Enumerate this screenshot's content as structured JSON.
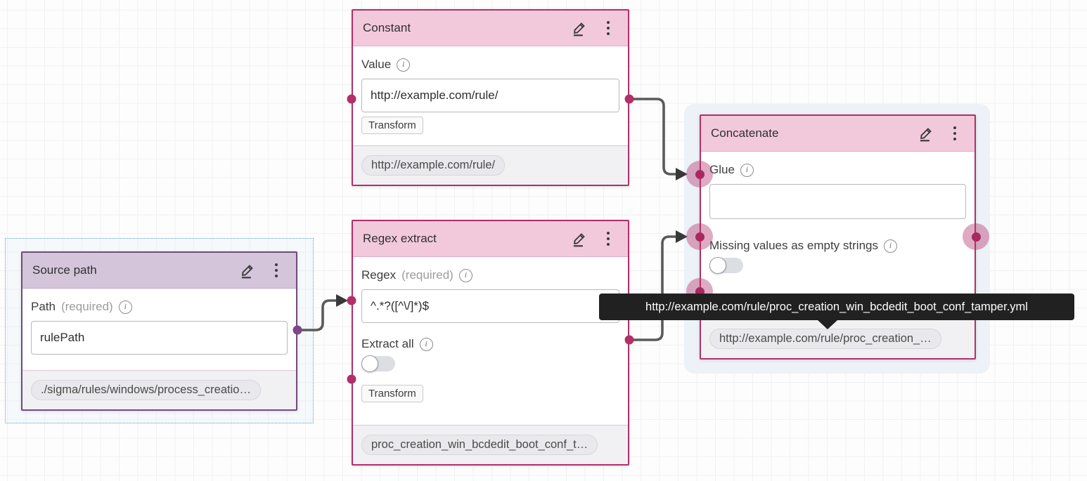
{
  "tooltip": {
    "text": "http://example.com/rule/proc_creation_win_bcdedit_boot_conf_tamper.yml"
  },
  "nodes": {
    "constant": {
      "title": "Constant",
      "value_label": "Value",
      "value": "http://example.com/rule/",
      "transform_label": "Transform",
      "result": "http://example.com/rule/"
    },
    "regex_extract": {
      "title": "Regex extract",
      "regex_label": "Regex",
      "regex_required": "(required)",
      "regex_value": "^.*?([^\\/]*)$",
      "extract_all_label": "Extract all",
      "extract_all_on": false,
      "transform_label": "Transform",
      "result": "proc_creation_win_bcdedit_boot_conf_t…"
    },
    "source_path": {
      "title": "Source path",
      "path_label": "Path",
      "path_required": "(required)",
      "path_value": "rulePath",
      "result": "./sigma/rules/windows/process_creatio…"
    },
    "concatenate": {
      "title": "Concatenate",
      "glue_label": "Glue",
      "glue_value": "",
      "missing_label": "Missing values as empty strings",
      "missing_on": false,
      "result": "http://example.com/rule/proc_creation_…"
    }
  },
  "colors": {
    "node_border_pink": "#b13069",
    "node_header_pink": "#f2c9db",
    "node_border_purple": "#6f4b7a",
    "node_header_purple": "#d4c5db",
    "port_pink": "#b22f68",
    "port_purple": "#7c4687",
    "edge_gray": "#5a5a5a",
    "tooltip_bg": "#212121",
    "selection_blue": "#5e9fd0"
  }
}
